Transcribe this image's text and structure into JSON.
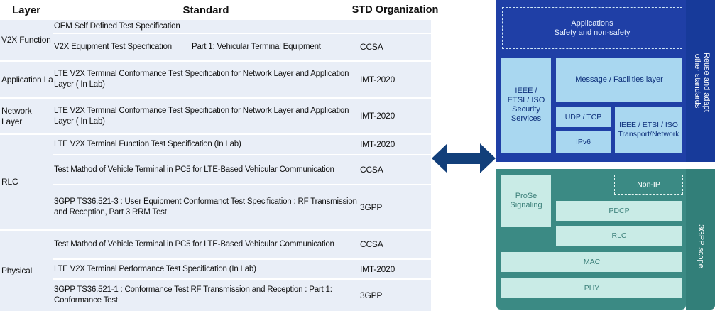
{
  "table": {
    "headers": {
      "layer": "Layer",
      "standard": "Standard",
      "org": "STD Organization"
    },
    "layers": {
      "v2x": "V2X Function",
      "app": "Application Layer",
      "net": "Network Layer",
      "rlc": "RLC",
      "phy": "Physical"
    },
    "rows": {
      "r1": {
        "standard": "OEM Self Defined Test Specification",
        "org": ""
      },
      "r2": {
        "standard": "V2X Equipment Test Specification",
        "part": "Part 1: Vehicular Terminal Equipment",
        "org": "CCSA"
      },
      "r3": {
        "standard": "LTE V2X Terminal Conformance Test Specification for Network Layer and Application Layer ( In Lab)",
        "org": "IMT-2020"
      },
      "r4": {
        "standard": "LTE V2X Terminal Conformance Test Specification for Network Layer and Application Layer ( In Lab)",
        "org": "IMT-2020"
      },
      "r5": {
        "standard": "LTE V2X Terminal Function Test Specification (In Lab)",
        "org": "IMT-2020"
      },
      "r6": {
        "standard": "Test Mathod of Vehicle Terminal in PC5 for LTE-Based Vehicular Communication",
        "org": "CCSA"
      },
      "r7": {
        "standard": "3GPP TS36.521-3 : User Equipment Conformanct Test Specification : RF Transmission and Reception, Part 3 RRM Test",
        "org": "3GPP"
      },
      "r8": {
        "standard": "Test Mathod of Vehicle Terminal in PC5 for LTE-Based Vehicular Communication",
        "org": "CCSA"
      },
      "r9": {
        "standard": "LTE V2X Terminal Performance Test Specification (In Lab)",
        "org": "IMT-2020"
      },
      "r10": {
        "standard": "3GPP TS36.521-1 : Conformance Test RF Transmission and Reception : Part 1: Conformance Test",
        "org": "3GPP"
      }
    }
  },
  "stack": {
    "applications": "Applications",
    "applications_sub": "Safety and non-safety",
    "security": "IEEE / ETSI / ISO Security Services",
    "message": "Message / Facilities layer",
    "udp": "UDP / TCP",
    "ipv6": "IPv6",
    "transport": "IEEE / ETSI / ISO Transport/Network",
    "reuse_line1": "Reuse and adapt",
    "reuse_line2": "other standards",
    "prose": "ProSe Signaling",
    "nonip": "Non-IP",
    "pdcp": "PDCP",
    "rlc": "RLC",
    "mac": "MAC",
    "phy": "PHY",
    "scope": "3GPP scope"
  },
  "colors": {
    "table_cell": "#e9eef7",
    "top_panel": "#1f3fa6",
    "bottom_panel": "#3b8a84",
    "arrow": "#123f7a"
  }
}
